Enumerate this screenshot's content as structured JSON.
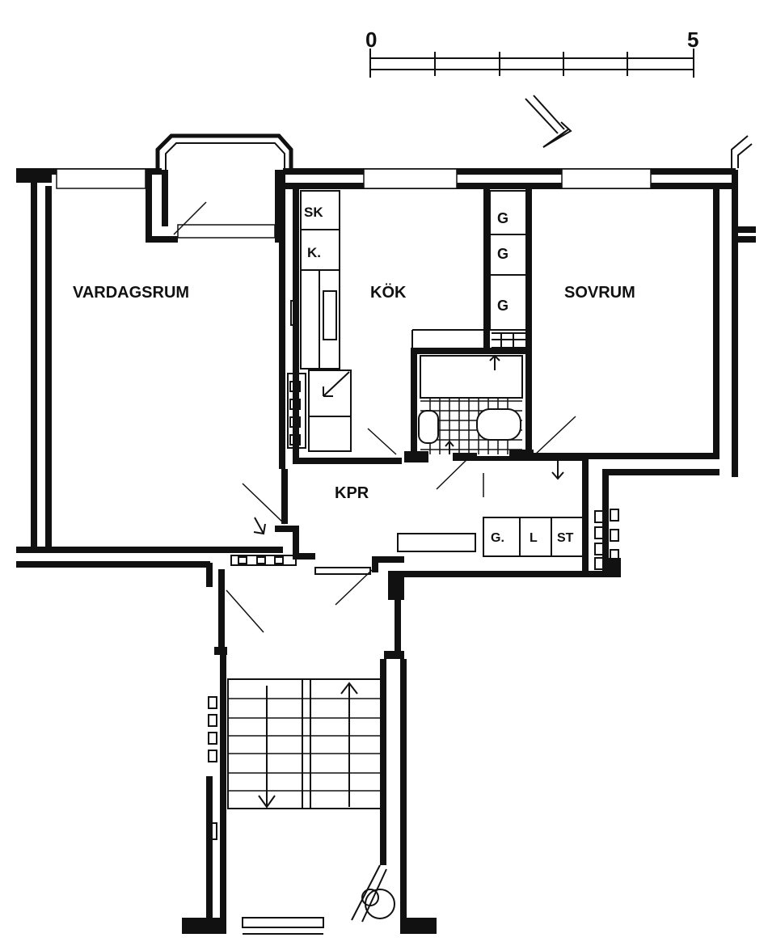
{
  "scale": {
    "start": "0",
    "end": "5"
  },
  "rooms": {
    "living": "VARDAGSRUM",
    "kitchen": "KÖK",
    "bedroom": "SOVRUM",
    "hall": "KPR"
  },
  "kitchen_cabinets": {
    "sk": "SK",
    "k": "K."
  },
  "bedroom_closets": [
    "G",
    "G",
    "G"
  ],
  "hall_closets": [
    "G.",
    "L",
    "ST"
  ],
  "colors": {
    "ink": "#111111",
    "paper": "#ffffff"
  }
}
